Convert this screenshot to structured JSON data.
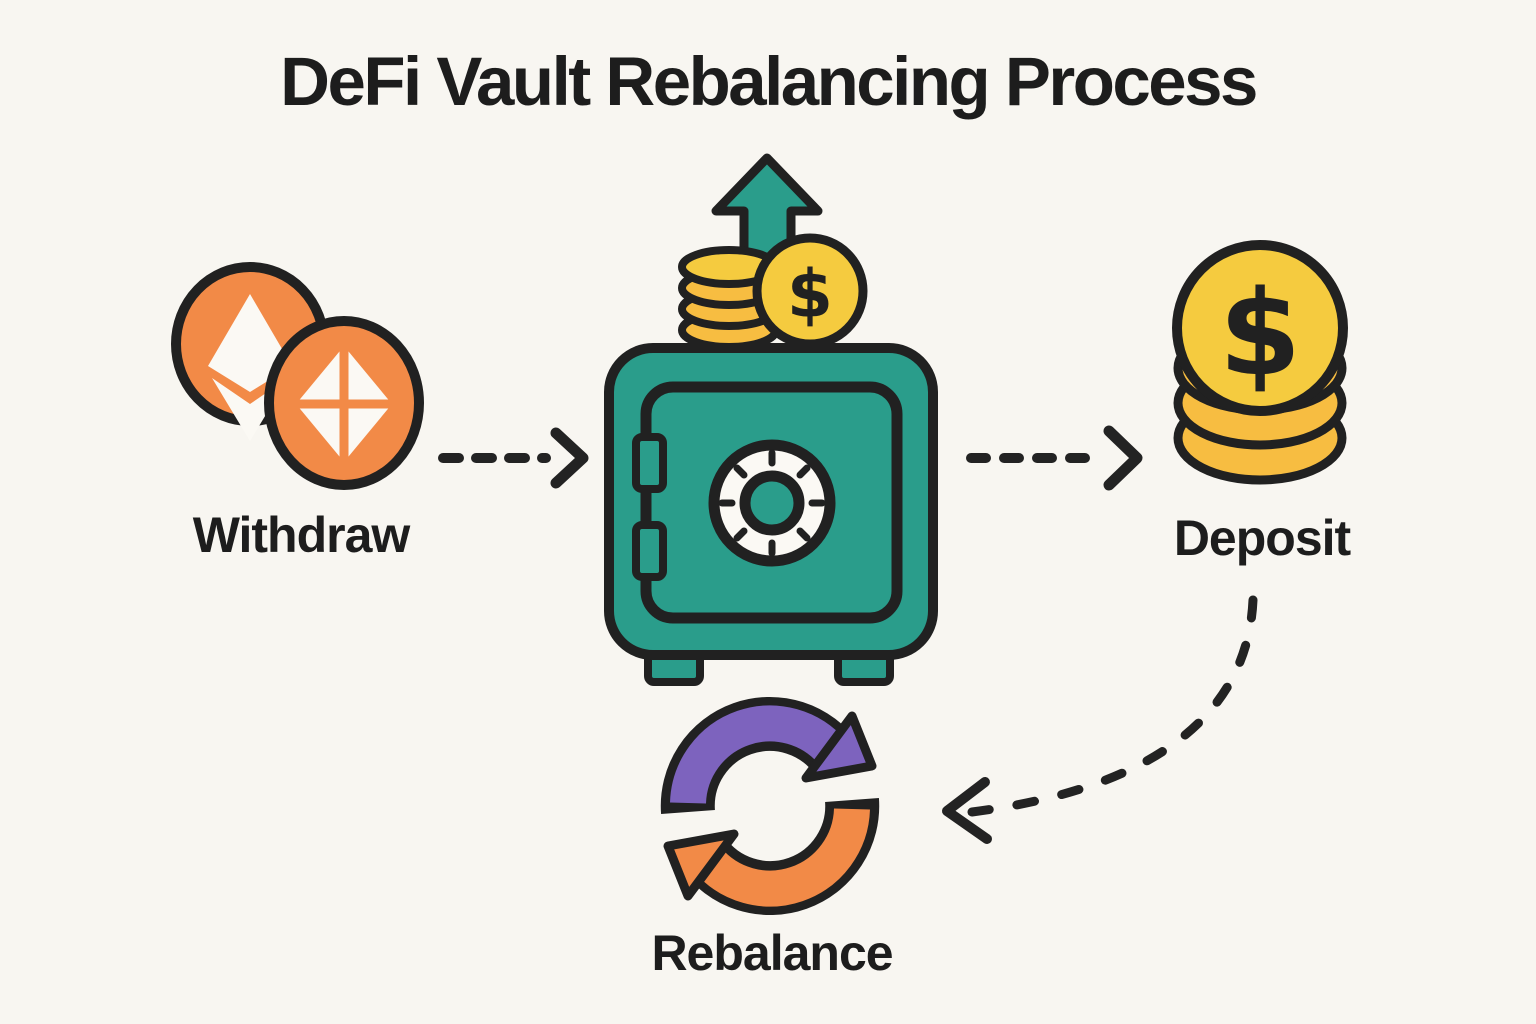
{
  "title": "DeFi Vault Rebalancing Process",
  "nodes": {
    "withdraw": {
      "label": "Withdraw",
      "icon": "eth-coins-icon"
    },
    "vault": {
      "icon": "vault-icon",
      "dollar_symbol": "$"
    },
    "deposit": {
      "label": "Deposit",
      "icon": "dollar-coin-stack-icon",
      "dollar_symbol": "$"
    },
    "rebalance": {
      "label": "Rebalance",
      "icon": "cycle-arrows-icon"
    }
  },
  "flow": [
    {
      "from": "withdraw",
      "to": "vault",
      "style": "dashed-arrow-right"
    },
    {
      "from": "vault",
      "to": "deposit",
      "style": "dashed-arrow-right"
    },
    {
      "from": "deposit",
      "to": "rebalance",
      "style": "dashed-arrow-curved-left"
    }
  ],
  "colors": {
    "background": "#F8F6F1",
    "outline": "#212121",
    "text": "#1D1D1D",
    "teal": "#2A9D8B",
    "orange": "#F28A47",
    "coin_yellow_face": "#F5CB3F",
    "coin_yellow_side": "#F7BD41",
    "purple": "#7D63BE",
    "white_fill": "#FBF9F4"
  }
}
